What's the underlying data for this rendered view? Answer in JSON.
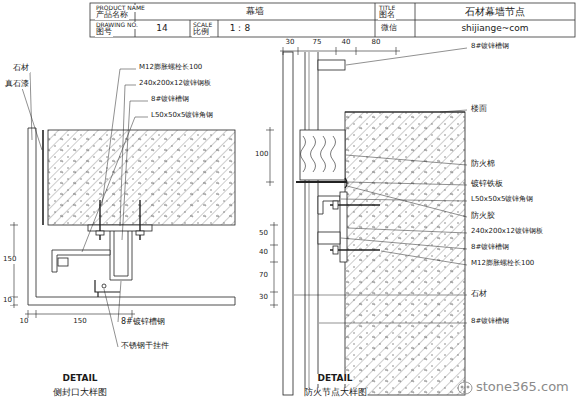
{
  "diagram": {
    "labels": [
      "PRODUCT NAME",
      "产品名称",
      "幕墙",
      "TITLE",
      "图名",
      "石材幕墙节点",
      "DRAWING NO.",
      "图号",
      "14",
      "SCALE",
      "比例",
      "1：8",
      "微信",
      "shijiange~com",
      "石材",
      "真石漆",
      "M12膨胀螺栓长100",
      "240x200x12镀锌钢板",
      "8#镀锌槽钢",
      "L50x50x5镀锌角钢",
      "150",
      "10",
      "10",
      "150",
      "8#镀锌槽钢",
      "不锈钢干挂件",
      "DETAIL",
      "侧封口大样图",
      "30",
      "75",
      "40",
      "80",
      "8#镀锌槽钢",
      "楼面",
      "100",
      "防火棉",
      "镀锌铁板",
      "L50x50x5镀锌角钢",
      "防火胶",
      "240x200x12镀锌钢板",
      "8#镀锌槽钢",
      "M12膨胀螺栓长100",
      "50",
      "40",
      "70",
      "30",
      "石材",
      "8#镀锌槽钢",
      "DETAIL",
      "防火节点大样图",
      "stone365.com"
    ]
  }
}
